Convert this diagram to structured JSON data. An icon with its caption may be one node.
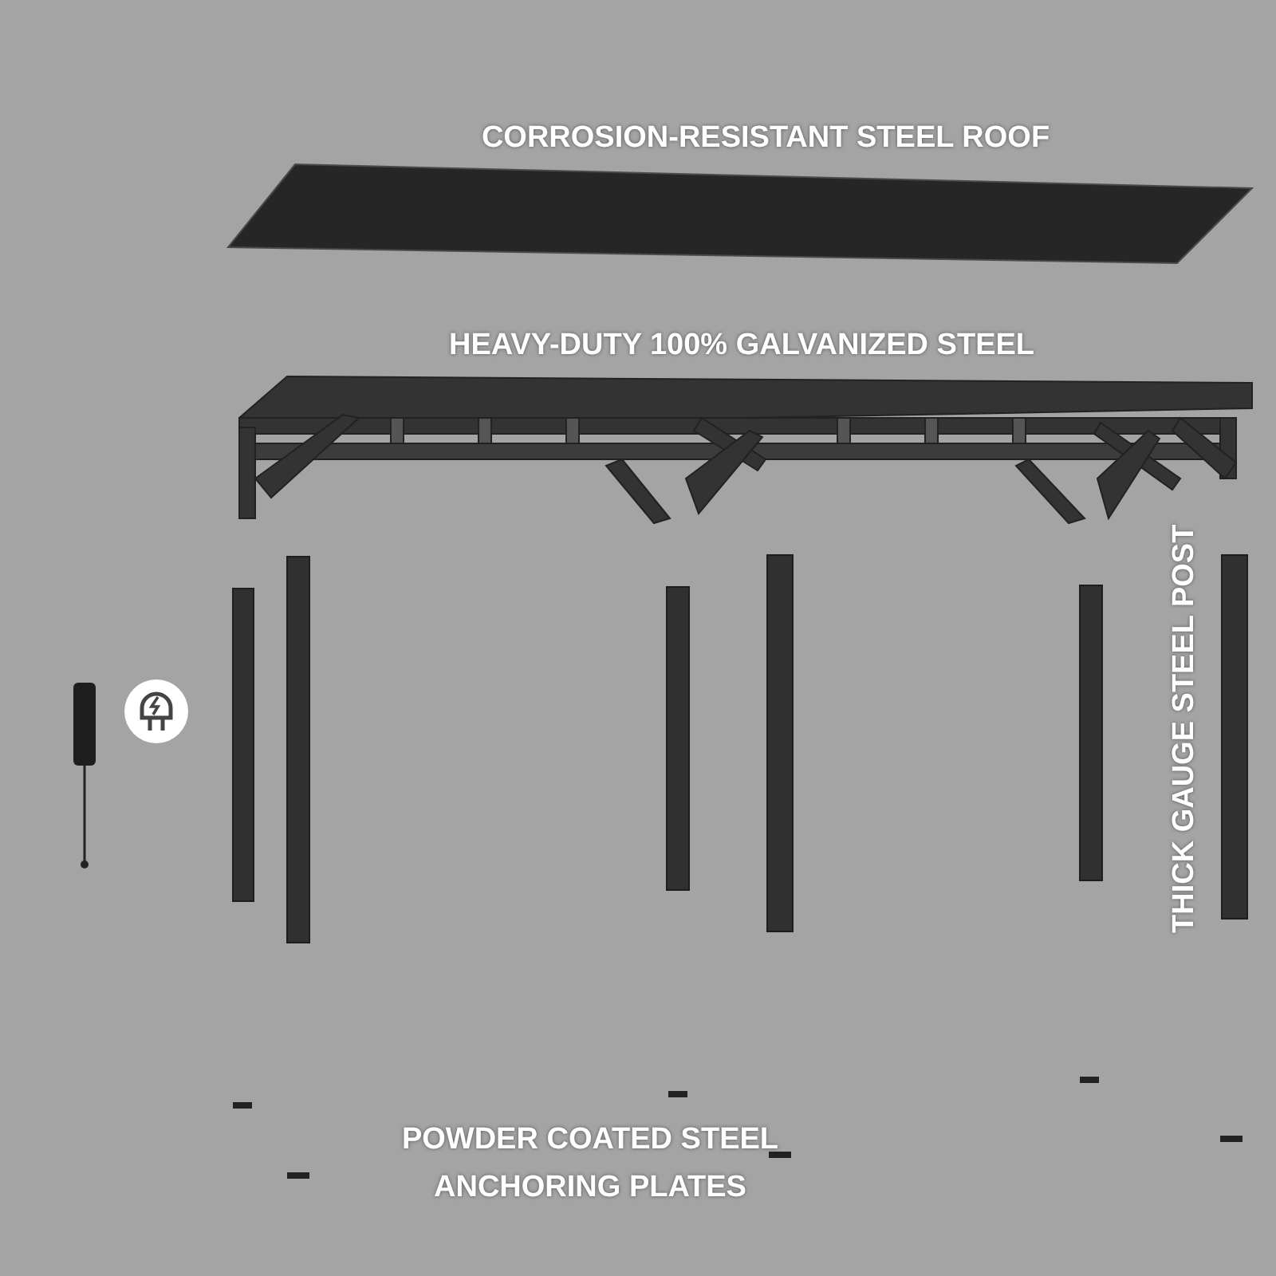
{
  "diagram": {
    "labels": [
      "CORROSION-RESISTANT STEEL ROOF",
      "HEAVY-DUTY 100% GALVANIZED STEEL",
      "THICK GAUGE STEEL POST",
      "POWDER COATED STEEL ANCHORING PLATES"
    ]
  }
}
